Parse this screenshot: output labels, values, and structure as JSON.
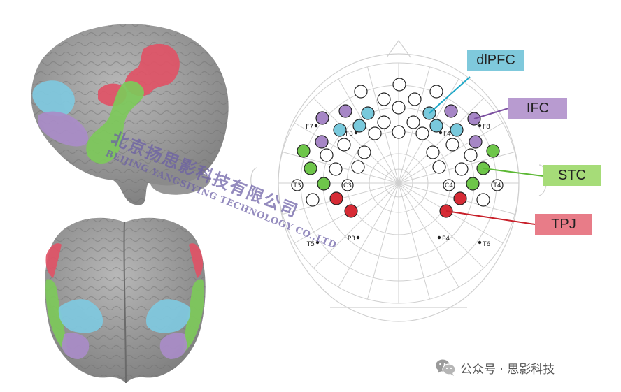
{
  "diagram": {
    "regions": [
      {
        "key": "dlpfc",
        "label": "dlPFC",
        "color": "#7fc9dc",
        "line_color": "#1ea8c8"
      },
      {
        "key": "ifc",
        "label": "IFC",
        "color": "#b89bd0",
        "line_color": "#7b4fa0"
      },
      {
        "key": "stc",
        "label": "STC",
        "color": "#a6dc78",
        "line_color": "#5cb834"
      },
      {
        "key": "tpj",
        "label": "TPJ",
        "color": "#e87c88",
        "line_color": "#c8202a"
      }
    ],
    "electrode_labels": {
      "f7": "F7",
      "f8": "F8",
      "f3": "F3",
      "f4": "F4",
      "t3": "T3",
      "c3": "C3",
      "c4": "C4",
      "t4": "T4",
      "t5": "T5",
      "p3": "P3",
      "p4": "P4",
      "t6": "T6"
    },
    "channel_colors": {
      "dlpfc": "#79c9dc",
      "ifc": "#a686c6",
      "stc": "#6ec64a",
      "tpj": "#d62b35"
    },
    "brain_colors": {
      "surface": "#9b9b9b",
      "dlpfc": "#7fc9e0",
      "ifc": "#a98cc8",
      "stc": "#7dc95a",
      "tpj": "#e05266"
    }
  },
  "watermark": {
    "line1": "北京扬思影科技有限公司",
    "line2": "BEIJING YANGSIYING TECHNOLOGY CO.,LTD"
  },
  "footer": {
    "text": "公众号 · 思影科技",
    "icon": "wechat-icon"
  }
}
